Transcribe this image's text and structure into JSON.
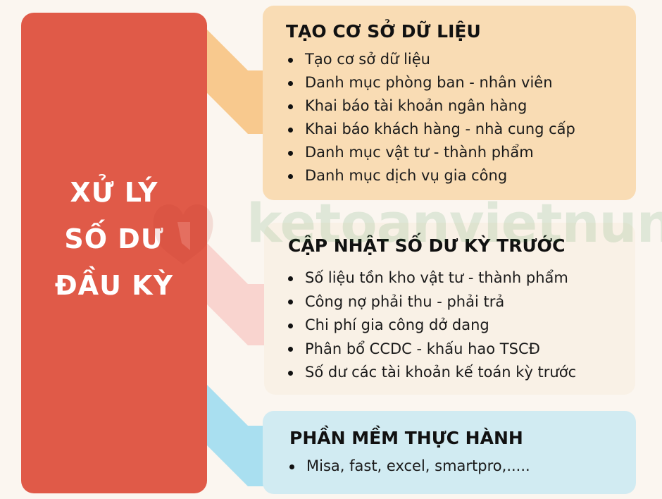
{
  "main": {
    "title_lines": [
      "XỬ LÝ",
      "SỐ DƯ",
      "ĐẦU KỲ"
    ]
  },
  "sections": [
    {
      "title": "TẠO CƠ SỞ DỮ LIỆU",
      "color": "#f9dcb4",
      "connector_color": "#f8c98e",
      "items": [
        "Tạo cơ sở dữ liệu",
        "Danh mục phòng ban - nhân viên",
        "Khai báo tài khoản ngân hàng",
        "Khai báo khách hàng - nhà cung cấp",
        "Danh mục vật tư - thành phẩm",
        "Danh mục dịch vụ gia công"
      ]
    },
    {
      "title": "CẬP NHẬT SỐ DƯ KỲ TRƯỚC",
      "color": "#f9f1e6",
      "connector_color": "#f9d4cf",
      "items": [
        "Số liệu tồn kho vật tư - thành phẩm",
        "Công nợ phải thu - phải trả",
        "Chi phí gia công dở dang",
        "Phân bổ CCDC - khấu hao TSCĐ",
        "Số dư các tài khoản kế toán kỳ trước"
      ]
    },
    {
      "title": "PHẦN MỀM THỰC HÀNH",
      "color": "#d1ebf2",
      "connector_color": "#a9dff0",
      "items": [
        "Misa, fast, excel, smartpro,....."
      ]
    }
  ],
  "watermark": {
    "text": "ketoanvietnung",
    "color": "#2e8b3e"
  },
  "colors": {
    "background": "#fbf6f0",
    "main_block": "#e05a48"
  }
}
